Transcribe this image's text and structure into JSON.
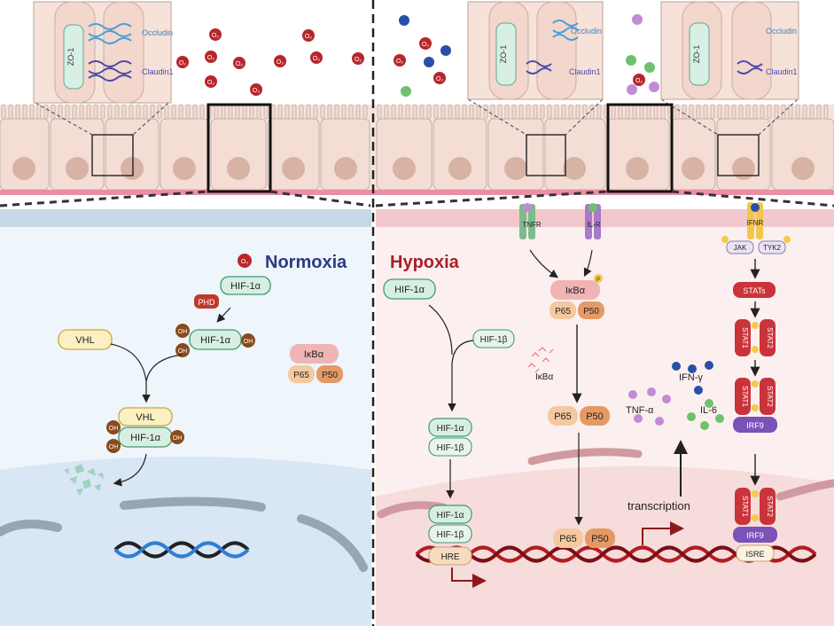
{
  "labels": {
    "zo1": "ZO-1",
    "occludin": "Occludin",
    "claudin1": "Claudin1",
    "o2": "O₂",
    "normoxia": "Normoxia",
    "hypoxia": "Hypoxia",
    "hif1a": "HIF-1α",
    "hif1b": "HIF-1β",
    "phd": "PHD",
    "vhl": "VHL",
    "oh": "OH",
    "ikba": "IκBα",
    "p65": "P65",
    "p50": "P50",
    "p": "P",
    "tnfr": "TNFR",
    "ilr": "IL-R",
    "ifnr": "IFNR",
    "jak": "JAK",
    "tyk2": "TYK2",
    "stats": "STATs",
    "stat1": "STAT1",
    "stat2": "STAT2",
    "irf9": "IRF9",
    "isre": "ISRE",
    "hre": "HRE",
    "tnfa": "TNF-α",
    "ifng": "IFN-γ",
    "il6": "IL-6",
    "transcription": "transcription"
  },
  "colors": {
    "normoxia_title": "#2b3a84",
    "hypoxia_title": "#a8202a",
    "o2_fill": "#b8262b",
    "hif_fill": "#d7efe3",
    "hif_stroke": "#3f9a6a",
    "vhl_fill": "#fbf0c2",
    "vhl_stroke": "#c9a83a",
    "oh_fill": "#8a4a1c",
    "phd_fill": "#c0392b",
    "ikba_fill": "#f0b4b4",
    "p65_fill": "#f4c9a0",
    "p50_fill": "#e59a66",
    "stat_fill": "#c9343a",
    "irf9_fill": "#7b52b8",
    "dna_red": "#b41c22",
    "dna_blue": "#2f7fd4",
    "dna_dark": "#222222",
    "tnf_dot": "#c38ad6",
    "ifn_dot": "#2a4fa8",
    "il6_dot": "#6fc16e",
    "arrow": "#8b1a1a"
  }
}
